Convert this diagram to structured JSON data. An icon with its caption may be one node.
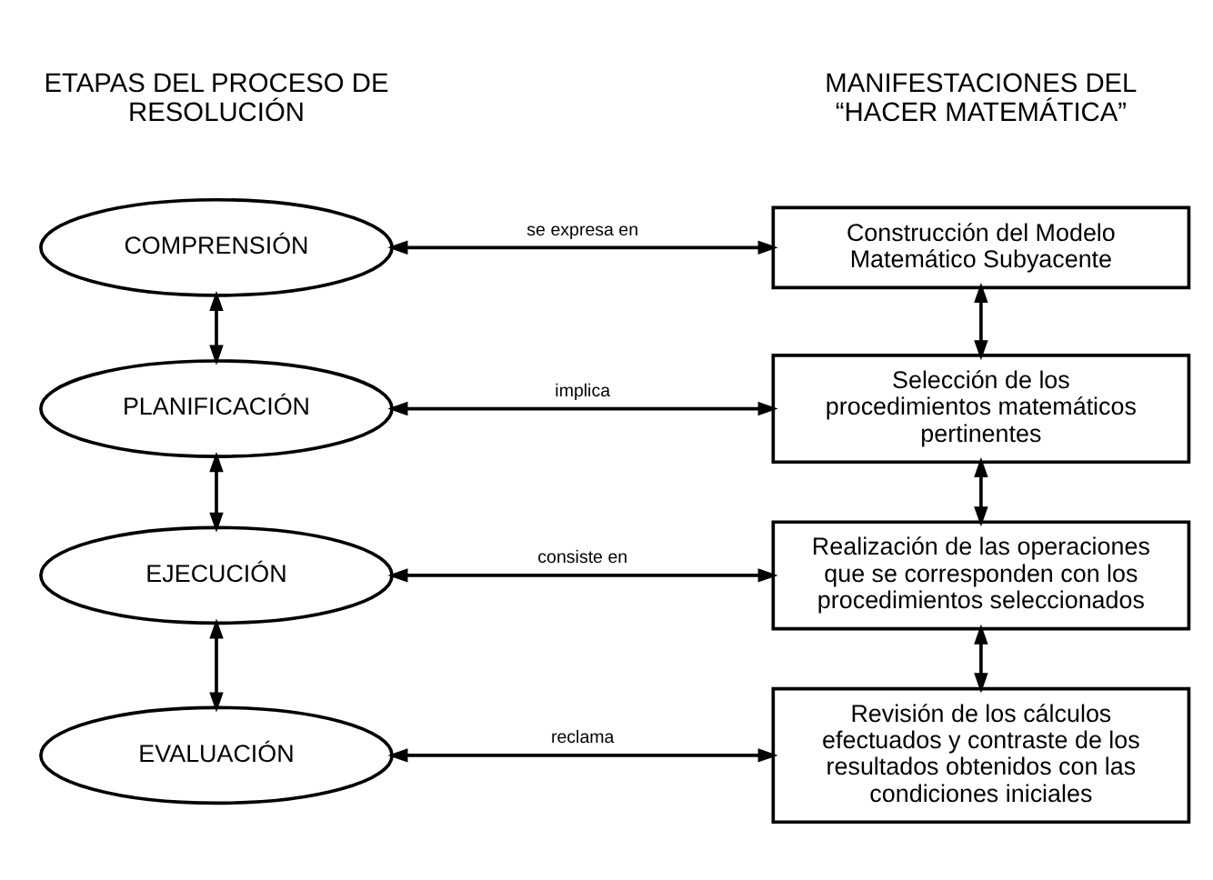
{
  "diagram": {
    "nodes": [
      {
        "text": [
          "COMPRENSIÓN"
        ]
      },
      {
        "text": [
          "PLANIFICACIÓN"
        ]
      },
      {
        "text": [
          "EJECUCIÓN"
        ]
      },
      {
        "text": [
          "EVALUACIÓN"
        ]
      },
      {
        "text": [
          "Construcción del Modelo Matemático Subyacente"
        ]
      },
      {
        "text": [
          "Selección de los procedimientos matemáticos pertinentes"
        ]
      },
      {
        "text": [
          "Realización de las operaciones que se corresponden con los procedimientos seleccionados"
        ]
      },
      {
        "text": [
          "Revisión de los cálculos efectuados y contraste de los resultados obtenidos con las condiciones iniciales"
        ]
      }
    ],
    "edges": [
      {
        "from": 0,
        "to": 4,
        "arrow": "both",
        "label": "se expresa en"
      },
      {
        "from": 0,
        "to": 1,
        "arrow": "both"
      },
      {
        "from": 4,
        "to": 5,
        "arrow": "both"
      },
      {
        "from": 1,
        "to": 5,
        "arrow": "both",
        "label": "implica"
      },
      {
        "from": 1,
        "to": 2,
        "arrow": "both"
      },
      {
        "from": 5,
        "to": 6,
        "arrow": "both"
      },
      {
        "from": 2,
        "to": 6,
        "arrow": "both",
        "label": "consiste en"
      },
      {
        "from": 2,
        "to": 3,
        "arrow": "both"
      },
      {
        "from": 6,
        "to": 7,
        "arrow": "both"
      },
      {
        "from": 3,
        "to": 7,
        "arrow": "both",
        "label": "reclama"
      }
    ],
    "labels": [
      "ETAPAS DEL PROCESO DE RESOLUCIÓN",
      "MANIFESTACIONES DEL “HACER MATEMÁTICA”"
    ]
  }
}
